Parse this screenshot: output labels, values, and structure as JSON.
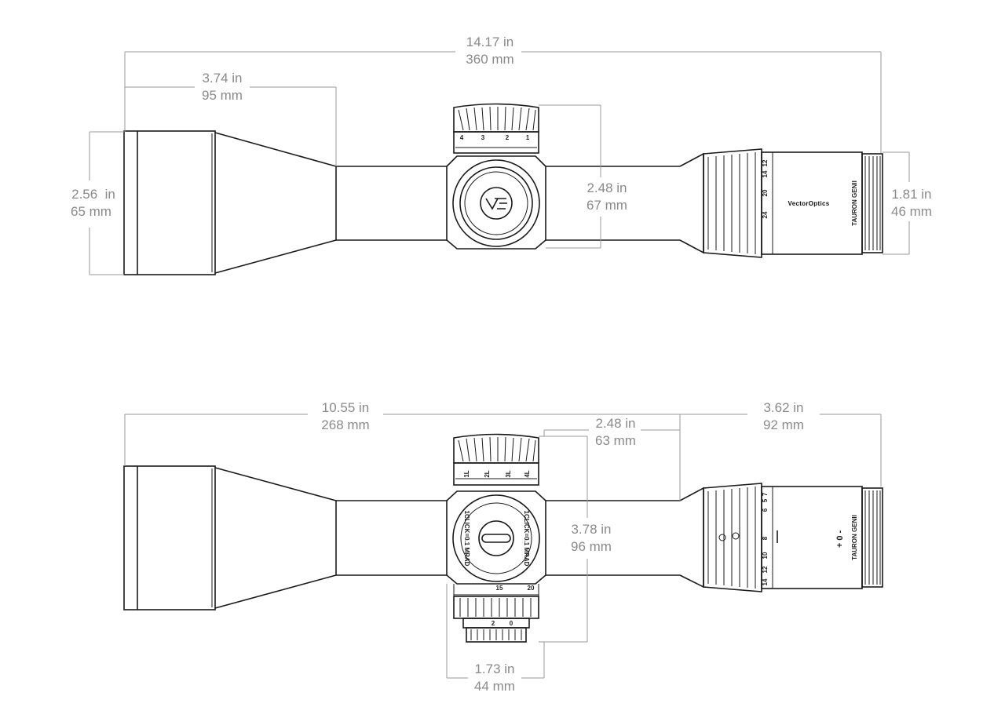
{
  "top_view": {
    "overall_length": {
      "in": "14.17 in",
      "mm": "360 mm"
    },
    "objective_bell_length": {
      "in": "3.74 in",
      "mm": "95 mm"
    },
    "objective_diameter": {
      "in": "2.56  in",
      "mm": "65 mm"
    },
    "turret_height": {
      "in": "2.48 in",
      "mm": "67 mm"
    },
    "eyepiece_diameter": {
      "in": "1.81 in",
      "mm": "46 mm"
    },
    "turret_scale": [
      "4",
      "3",
      "2",
      "1"
    ],
    "mag_scale": [
      "12",
      "14",
      "20",
      "24"
    ],
    "brand_label": "VectorOptics",
    "model_label": "TAURON GENII"
  },
  "bottom_view": {
    "objective_to_ring": {
      "in": "10.55 in",
      "mm": "268 mm"
    },
    "eyepiece_length": {
      "in": "3.62 in",
      "mm": "92 mm"
    },
    "ring_space": {
      "in": "2.48 in",
      "mm": "63 mm"
    },
    "turret_span": {
      "in": "3.78 in",
      "mm": "96 mm"
    },
    "turret_width": {
      "in": "1.73 in",
      "mm": "44 mm"
    },
    "turret_scale": [
      "1L",
      "2L",
      "3L",
      "4L"
    ],
    "turret_text_left": "1CLICK=0.1 MRAD",
    "turret_text_right": "1CLICK=0.1 MRAD",
    "side_scale": [
      "15",
      "20"
    ],
    "parallax_scale": [
      "2",
      "0"
    ],
    "mag_scale": [
      "7",
      "6",
      "5",
      "8",
      "10",
      "12",
      "14"
    ],
    "diopter_label": "+ 0 -",
    "model_label": "TAURON GENII"
  },
  "colors": {
    "line": "#1a1a1a",
    "dimension": "#8a8a8a"
  }
}
